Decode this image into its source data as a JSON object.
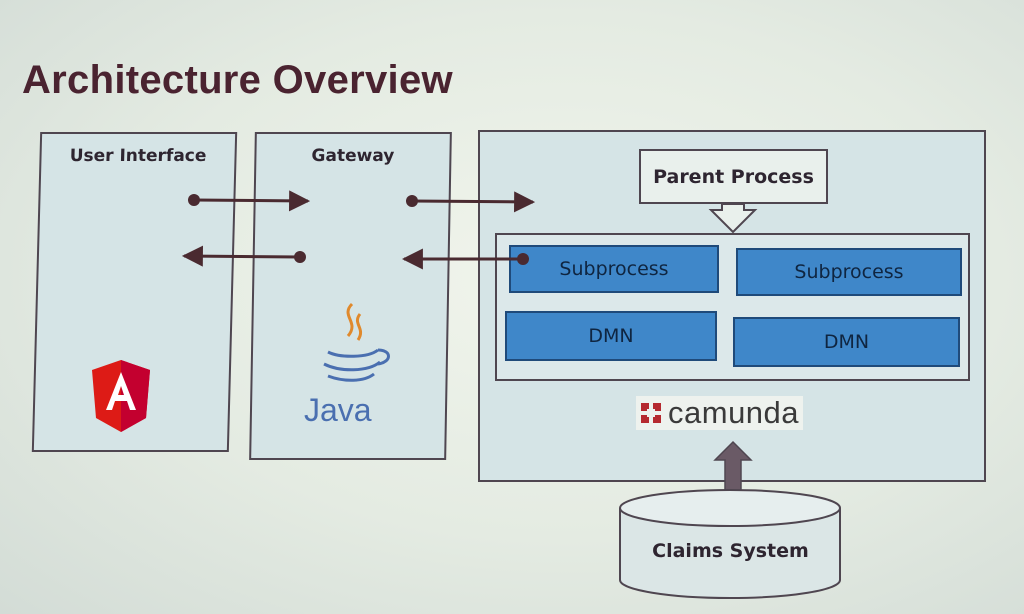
{
  "title": "Architecture Overview",
  "user_interface": {
    "label": "User Interface",
    "logo": "angular-logo-icon"
  },
  "gateway": {
    "label": "Gateway",
    "logo_text": "Java"
  },
  "engine": {
    "parent_process": "Parent Process",
    "subprocesses": [
      "Subprocess",
      "Subprocess"
    ],
    "dmns": [
      "DMN",
      "DMN"
    ],
    "logo_text": "camunda"
  },
  "claims_system": {
    "label": "Claims System"
  },
  "colors": {
    "title": "#4a2330",
    "box_fill": "#d5e4e6",
    "process_fill": "#3f87c9",
    "arrow": "#4a2a30",
    "angular_red": "#dd1b16",
    "camunda_red": "#b5292f"
  }
}
